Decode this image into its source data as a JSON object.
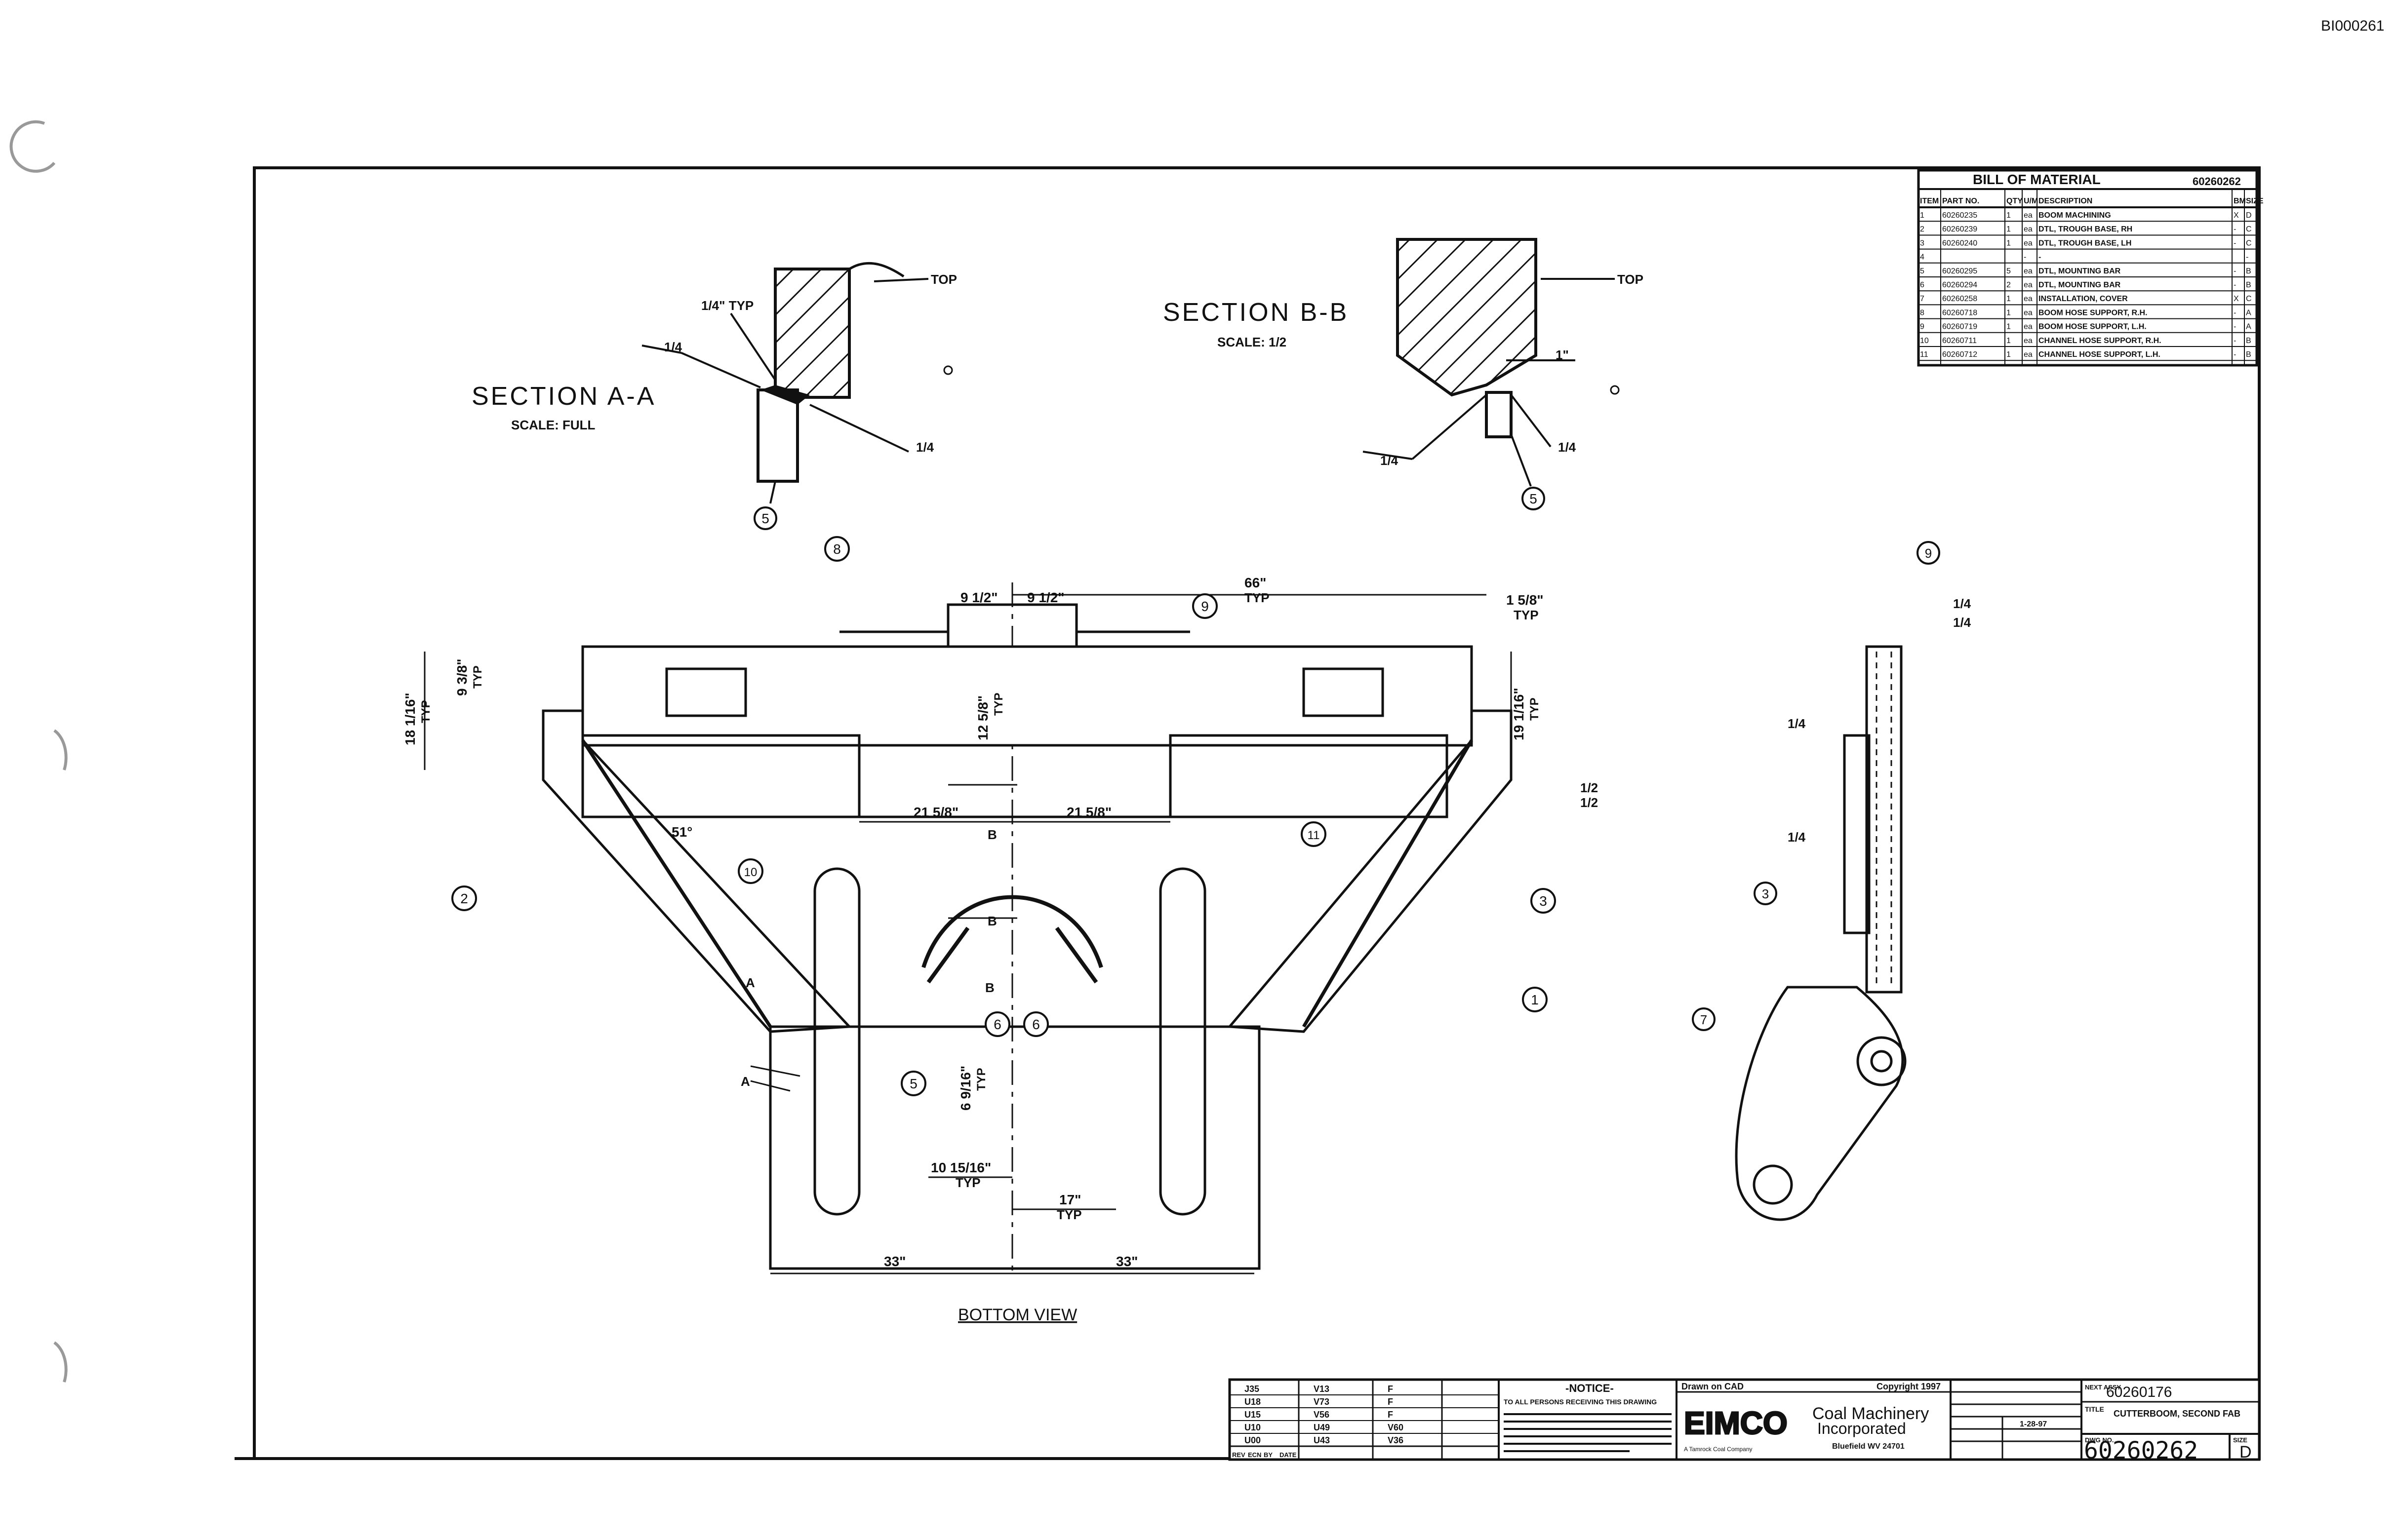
{
  "doc_id": "BI000261",
  "sections": {
    "a": {
      "title": "SECTION A-A",
      "scale": "SCALE: FULL",
      "top": "TOP",
      "weld_typ": "1/4\" TYP",
      "weld_left": "1/4",
      "weld_right": "1/4",
      "balloon": "5"
    },
    "b": {
      "title": "SECTION B-B",
      "scale": "SCALE: 1/2",
      "top": "TOP",
      "dim": "1\"",
      "weld_left": "1/4",
      "weld_right": "1/4",
      "balloon": "5"
    }
  },
  "bottom_view": {
    "caption": "BOTTOM VIEW",
    "dims": {
      "d66": "66\"",
      "d66_typ": "TYP",
      "d9_5_a": "9 1/2\"",
      "d9_5_b": "9 1/2\"",
      "d1_5_8": "1 5/8\"",
      "d1_5_8_typ": "TYP",
      "d9_3_8": "9 3/8\"",
      "d9_3_8_typ": "TYP",
      "d18_1_16": "18 1/16\"",
      "d18_1_16_typ": "TYP",
      "d19_1_16": "19 1/16\"",
      "d19_1_16_typ": "TYP",
      "d12_5_8": "12 5/8\"",
      "d12_5_8_typ": "TYP",
      "d21_5_8_a": "21 5/8\"",
      "d21_5_8_b": "21 5/8\"",
      "angle": "51°",
      "weld_half_a": "1/2",
      "weld_half_b": "1/2",
      "d6_9_16": "6 9/16\"",
      "d6_9_16_typ": "TYP",
      "d10_15_16": "10 15/16\"",
      "d10_15_16_typ": "TYP",
      "d17": "17\"",
      "d17_typ": "TYP",
      "d33_a": "33\"",
      "d33_b": "33\""
    },
    "section_marks": {
      "a": "A",
      "b": "B"
    },
    "balloons": [
      "1",
      "2",
      "3",
      "5",
      "6",
      "6",
      "8",
      "9",
      "10",
      "11"
    ]
  },
  "side_view": {
    "weld_a": "1/4",
    "weld_b": "1/4",
    "weld_c": "1/4",
    "weld_d": "1/4",
    "balloon_9": "9",
    "balloon_3": "3",
    "balloon_7": "7"
  },
  "bom": {
    "title": "BILL OF MATERIAL",
    "doc_no": "60260262",
    "headers": [
      "ITEM",
      "PART NO.",
      "QTY",
      "U/M",
      "DESCRIPTION",
      "BM",
      "SIZE"
    ],
    "rows": [
      [
        "1",
        "60260235",
        "1",
        "ea",
        "BOOM MACHINING",
        "X",
        "D"
      ],
      [
        "2",
        "60260239",
        "1",
        "ea",
        "DTL, TROUGH BASE, RH",
        "-",
        "C"
      ],
      [
        "3",
        "60260240",
        "1",
        "ea",
        "DTL, TROUGH BASE, LH",
        "-",
        "C"
      ],
      [
        "4",
        "",
        "",
        "-",
        "-",
        "",
        "-"
      ],
      [
        "5",
        "60260295",
        "5",
        "ea",
        "DTL, MOUNTING BAR",
        "-",
        "B"
      ],
      [
        "6",
        "60260294",
        "2",
        "ea",
        "DTL, MOUNTING BAR",
        "-",
        "B"
      ],
      [
        "7",
        "60260258",
        "1",
        "ea",
        "INSTALLATION, COVER",
        "X",
        "C"
      ],
      [
        "8",
        "60260718",
        "1",
        "ea",
        "BOOM HOSE SUPPORT, R.H.",
        "-",
        "A"
      ],
      [
        "9",
        "60260719",
        "1",
        "ea",
        "BOOM HOSE SUPPORT, L.H.",
        "-",
        "A"
      ],
      [
        "10",
        "60260711",
        "1",
        "ea",
        "CHANNEL HOSE SUPPORT, R.H.",
        "-",
        "B"
      ],
      [
        "11",
        "60260712",
        "1",
        "ea",
        "CHANNEL HOSE SUPPORT, L.H.",
        "-",
        "B"
      ]
    ]
  },
  "title_block": {
    "notice_title": "-NOTICE-",
    "notice_text": "TO ALL PERSONS RECEIVING THIS DRAWING",
    "drawn_on": "Drawn on CAD",
    "copyright": "Copyright 1997",
    "company_logo": "EIMCO",
    "company_name_1": "Coal Machinery",
    "company_name_2": "Incorporated",
    "company_sub": "A Tamrock Coal Company",
    "company_city": "Bluefield WV 24701",
    "next_assy_label": "NEXT ASSY",
    "next_assy": "60260176",
    "title_label": "TITLE",
    "title": "CUTTERBOOM, SECOND FAB",
    "date": "1-28-97",
    "dwg_no_label": "DWG NO.",
    "dwg_no": "60260262",
    "size_label": "SIZE",
    "size": "D",
    "revisions": [
      [
        "J35",
        "V13",
        "F"
      ],
      [
        "U18",
        "V73",
        "F"
      ],
      [
        "U15",
        "V56",
        "F"
      ],
      [
        "U10",
        "U49",
        "V60"
      ],
      [
        "U00",
        "U43",
        "V36"
      ]
    ],
    "rev_headers": [
      "REV",
      "ECN",
      "BY",
      "DATE"
    ]
  }
}
